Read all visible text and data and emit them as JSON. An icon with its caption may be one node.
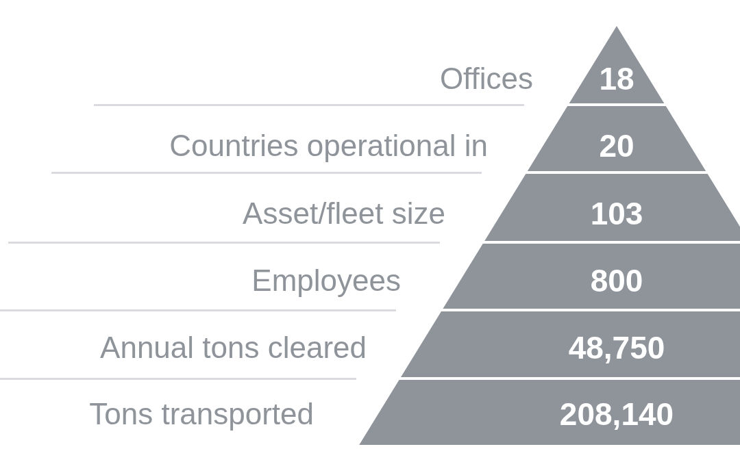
{
  "diagram": {
    "nodes": [
      {
        "text": [
          "18"
        ]
      },
      {
        "text": [
          "20"
        ]
      },
      {
        "text": [
          "103"
        ]
      },
      {
        "text": [
          "800"
        ]
      },
      {
        "text": [
          "48,750"
        ]
      },
      {
        "text": [
          "208,140"
        ]
      }
    ],
    "labels": [
      "Offices",
      "Countries operational in",
      "Asset/fleet size",
      "Employees",
      "Annual tons cleared",
      "Tons transported"
    ]
  }
}
